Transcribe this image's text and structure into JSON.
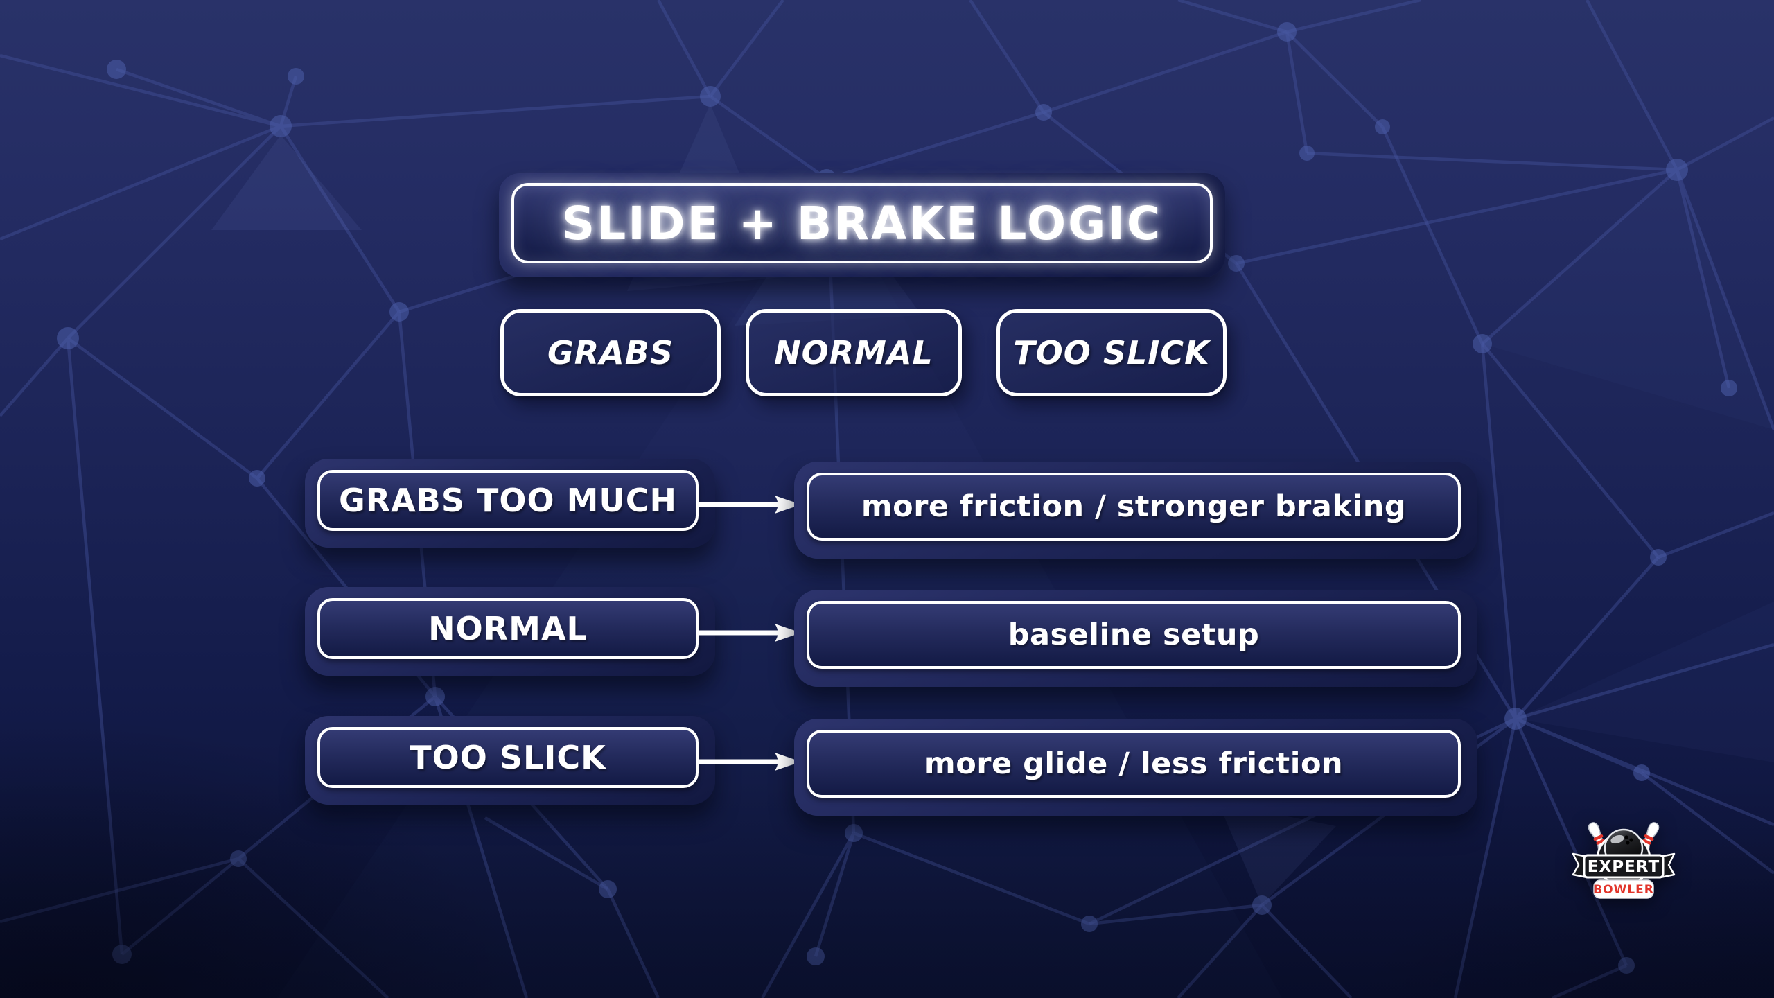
{
  "title": {
    "label": "SLIDE + BRAKE LOGIC"
  },
  "pills": [
    {
      "label": "GRABS"
    },
    {
      "label": "NORMAL"
    },
    {
      "label": "TOO SLICK"
    }
  ],
  "rows": [
    {
      "condition": "GRABS TOO MUCH",
      "action": "more friction / stronger braking"
    },
    {
      "condition": "NORMAL",
      "action": "baseline setup"
    },
    {
      "condition": "TOO SLICK",
      "action": "more glide / less friction"
    }
  ],
  "logo": {
    "top_text": "EXPERT",
    "bottom_text": "BOWLER"
  },
  "icons": {
    "arrow": "right-arrow-icon",
    "pins": "bowling-pins-icon",
    "ball": "bowling-ball-icon"
  },
  "colors": {
    "background_top": "#293269",
    "background_bottom": "#0b1133",
    "panel_navy": "#1c2354",
    "panel_highlight": "#343b74",
    "outline_white": "#ffffff",
    "network_line": "#44549e",
    "logo_red": "#e2352b"
  }
}
